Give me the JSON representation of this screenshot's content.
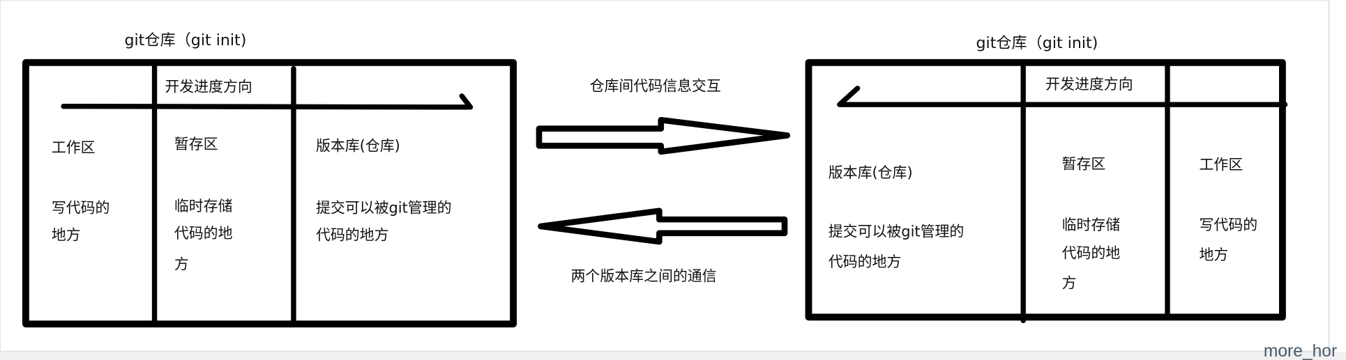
{
  "left_repo": {
    "title": "git仓库（git init)",
    "direction_label": "开发进度方向",
    "columns": [
      {
        "heading": "工作区",
        "lines": [
          "写代码的",
          "地方"
        ]
      },
      {
        "heading": "暂存区",
        "lines": [
          "临时存储",
          "代码的地",
          "方"
        ]
      },
      {
        "heading": "版本库(仓库)",
        "lines": [
          "提交可以被git管理的",
          "代码的地方"
        ]
      }
    ]
  },
  "middle": {
    "top_label": "仓库间代码信息交互",
    "bottom_label": "两个版本库之间的通信"
  },
  "right_repo": {
    "title": "git仓库（git init)",
    "direction_label": "开发进度方向",
    "columns": [
      {
        "heading": "版本库(仓库)",
        "lines": [
          "提交可以被git管理的",
          "代码的地方"
        ]
      },
      {
        "heading": "暂存区",
        "lines": [
          "临时存储",
          "代码的地",
          "方"
        ]
      },
      {
        "heading": "工作区",
        "lines": [
          "写代码的",
          "地方"
        ]
      }
    ]
  },
  "footer": {
    "text": "more_hor"
  }
}
